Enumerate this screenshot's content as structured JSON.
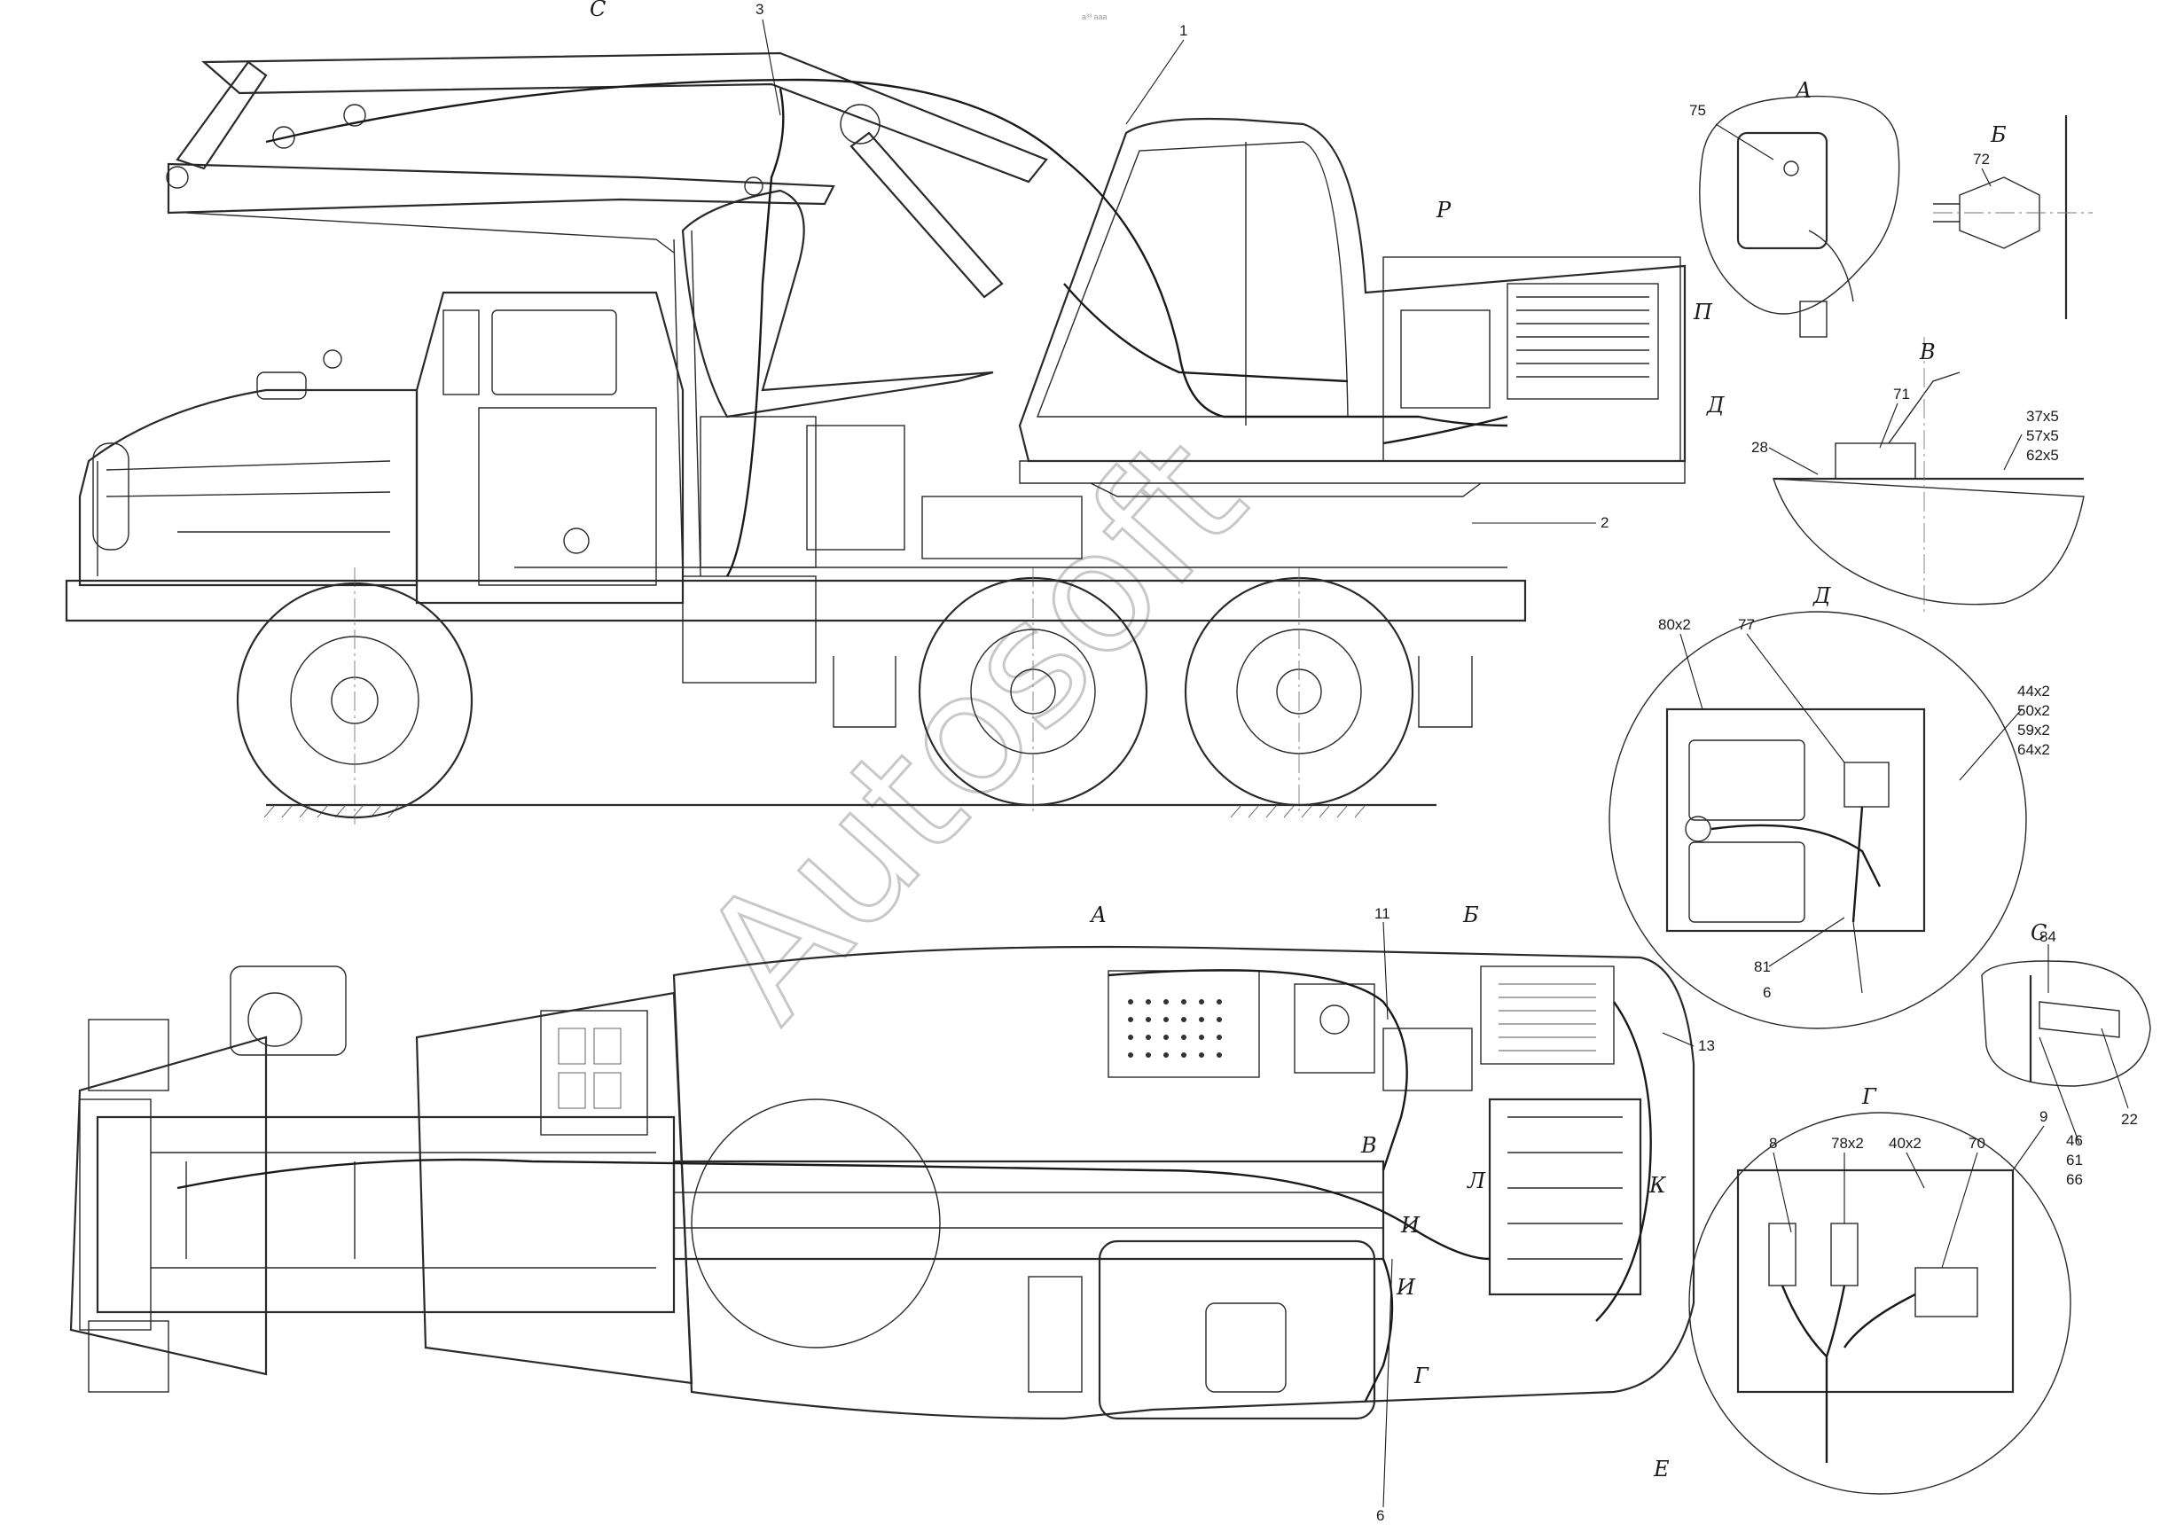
{
  "watermark": "Autosoft",
  "header_note": "а³³ ааа",
  "colors": {
    "line": "#2a2a2a",
    "watermark": "#c8c8c8",
    "background": "#ffffff"
  },
  "callouts": {
    "c1": "1",
    "c2": "2",
    "c3": "3",
    "c6a": "6",
    "c6b": "6",
    "c8": "8",
    "c9": "9",
    "c11": "11",
    "c13": "13",
    "c22": "22",
    "c28": "28",
    "c70": "70",
    "c71": "71",
    "c72": "72",
    "c75": "75",
    "c77": "77",
    "c81": "81",
    "c84": "84",
    "c80x2": "80х2",
    "c78x2": "78х2",
    "c40x2": "40х2",
    "c37x5": "37х5",
    "c57x5": "57х5",
    "c62x5": "62х5",
    "c44x2": "44х2",
    "c50x2": "50х2",
    "c59x2": "59х2",
    "c64x2": "64х2",
    "c46": "46",
    "c61": "61",
    "c66": "66"
  },
  "view_letters": {
    "A_view": "А",
    "B_view": "Б",
    "G_view": "Г",
    "V": "В",
    "D": "Д",
    "S": "С",
    "R": "Р",
    "P": "П",
    "E": "Е",
    "L": "Л",
    "K": "К",
    "I": "И"
  }
}
